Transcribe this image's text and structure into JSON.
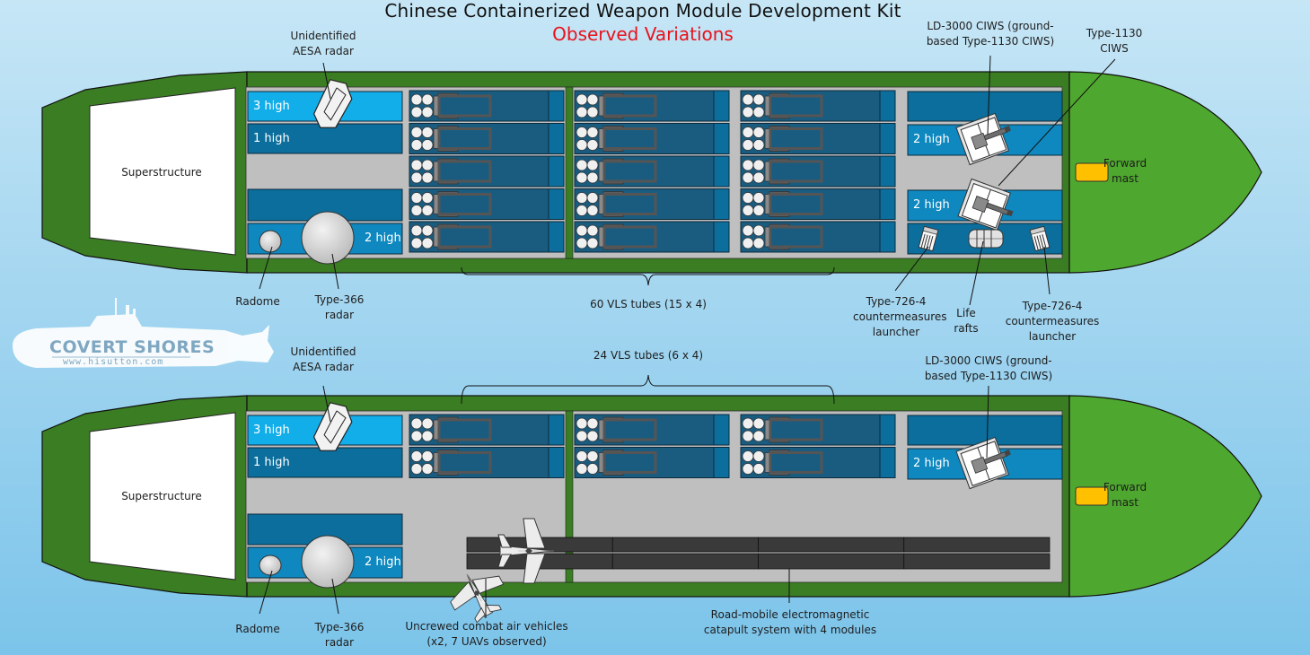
{
  "title": "Chinese Containerized Weapon Module Development Kit",
  "subtitle": "Observed Variations",
  "colors": {
    "hull_dark_green": "#3a7d22",
    "bow_green": "#4ea72e",
    "deck_grey": "#bfbfbf",
    "container_light_blue": "#12aeea",
    "container_mid_blue": "#0e88bf",
    "container_dark_blue": "#0b6e9c",
    "vls_blue": "#195c80",
    "mast_yellow": "#ffc000",
    "catapult_dark": "#3a3a3a",
    "subtitle_red": "#e8121c"
  },
  "logo": {
    "name": "COVERT SHORES",
    "url_text": "www.hisutton.com"
  },
  "ship1": {
    "superstructure": "Superstructure",
    "slots": {
      "three_high": "3 high",
      "one_high": "1 high",
      "two_high_left": "2 high",
      "two_high_ciws_top": "2 high",
      "two_high_ciws_bottom": "2 high"
    },
    "forward_mast": "Forward mast",
    "vls_launcher_columns": 3,
    "vls_launcher_rows": 5,
    "callouts": {
      "aesa": "Unidentified AESA radar",
      "radome": "Radome",
      "type366": "Type-366 radar",
      "vls": "60 VLS tubes (15 x 4)",
      "ld3000": "LD-3000 CIWS (ground-based Type-1130 CIWS)",
      "type1130": "Type-1130 CIWS",
      "countermeasures_left": "Type-726-4 countermeasures launcher",
      "liferafts": "Life rafts",
      "countermeasures_right": "Type-726-4 countermeasures launcher"
    }
  },
  "ship2": {
    "superstructure": "Superstructure",
    "slots": {
      "three_high": "3 high",
      "one_high": "1 high",
      "two_high_left": "2 high",
      "two_high_ciws": "2 high"
    },
    "forward_mast": "Forward mast",
    "vls_launcher_columns": 3,
    "vls_launcher_rows": 2,
    "catapult_modules": 4,
    "callouts": {
      "aesa": "Unidentified AESA radar",
      "radome": "Radome",
      "type366": "Type-366 radar",
      "vls": "24 VLS tubes (6 x 4)",
      "ld3000": "LD-3000 CIWS (ground-based Type-1130 CIWS)",
      "ucav": "Uncrewed combat air vehicles (x2, 7 UAVs observed)",
      "catapult": "Road-mobile electromagnetic catapult system with 4 modules"
    }
  }
}
